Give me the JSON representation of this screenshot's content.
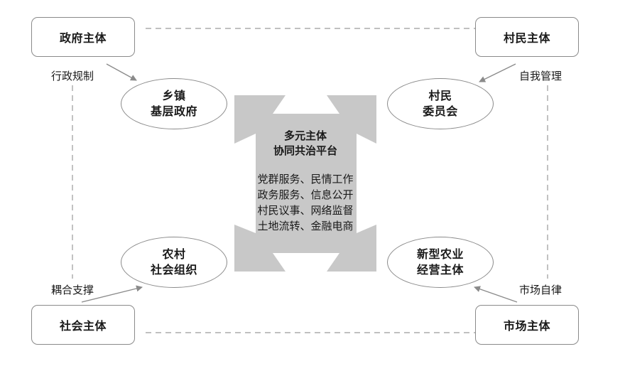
{
  "entities": {
    "top_left": "政府主体",
    "top_right": "村民主体",
    "bottom_left": "社会主体",
    "bottom_right": "市场主体"
  },
  "intermediaries": {
    "top_left": [
      "乡镇",
      "基层政府"
    ],
    "top_right": [
      "村民",
      "委员会"
    ],
    "bottom_left": [
      "农村",
      "社会组织"
    ],
    "bottom_right": [
      "新型农业",
      "经营主体"
    ]
  },
  "relations": {
    "top_left": "行政规制",
    "top_right": "自我管理",
    "bottom_left": "耦合支撑",
    "bottom_right": "市场自律"
  },
  "center": {
    "title": [
      "多元主体",
      "协同共治平台"
    ],
    "items": [
      "党群服务、民情工作",
      "政务服务、信息公开",
      "村民议事、网络监督",
      "土地流转、金融电商"
    ]
  },
  "colors": {
    "arrow_fill": "#c8c8c8",
    "border": "#8a8a8a",
    "dashed": "#9a9a9a"
  }
}
